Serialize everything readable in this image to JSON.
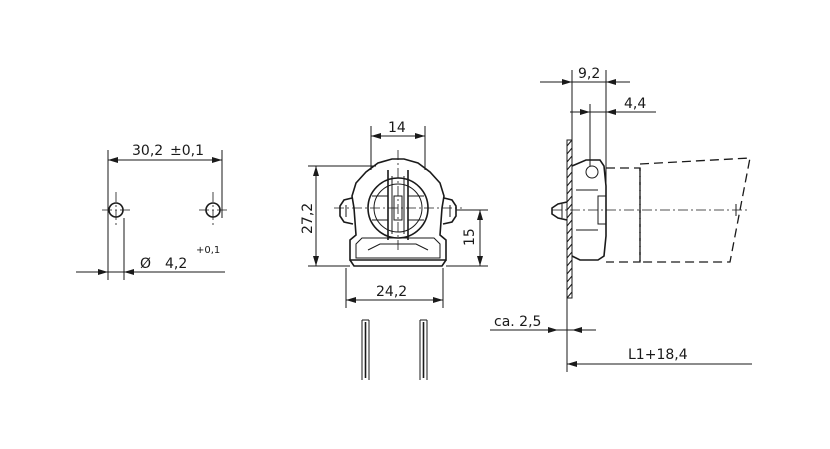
{
  "dimensions": {
    "hole_spacing": "30,2",
    "hole_spacing_tol": "±0,1",
    "hole_diameter_symbol": "Ø",
    "hole_diameter": "4,2",
    "hole_diameter_tol": "+0,1",
    "top_width": "14",
    "height": "27,2",
    "lower_height": "15",
    "base_width": "24,2",
    "side_depth": "9,2",
    "side_offset": "4,4",
    "plate_thickness": "ca. 2,5",
    "length": "L1+18,4"
  }
}
